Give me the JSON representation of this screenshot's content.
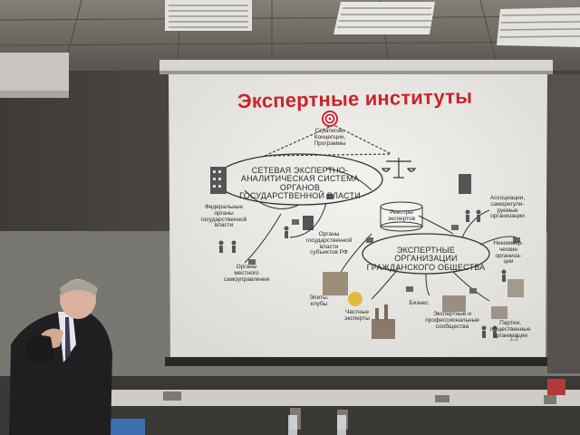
{
  "slide": {
    "title": "Экспертные институты",
    "top_triangle": [
      "Стратегии,",
      "Концепции,",
      "Программы"
    ],
    "network_system": [
      "СЕТЕВАЯ ЭКСПЕРТНО-",
      "АНАЛИТИЧЕСКАЯ СИСТЕМА ОРГАНОВ",
      "ГОСУДАРСТВЕННОЙ ВЛАСТИ"
    ],
    "expert_orgs": [
      "ЭКСПЕРТНЫЕ ОРГАНИЗАЦИИ",
      "ГРАЖДАНСКОГО ОБЩЕСТВА"
    ],
    "registries": [
      "Реестры",
      "экспертов"
    ],
    "federal": [
      "Федеральные",
      "органы",
      "государственной",
      "власти"
    ],
    "regional": [
      "Органы",
      "государственной",
      "власти",
      "субъектов РФ"
    ],
    "local": [
      "Органы",
      "местного",
      "самоуправления"
    ],
    "associations": [
      "Ассоциации,",
      "саморегули-",
      "руемые",
      "организации"
    ],
    "nonprofit": [
      "Некоммер-",
      "ческие",
      "организа-",
      "ции"
    ],
    "elites": [
      "Элиты,",
      "клубы"
    ],
    "private_experts": [
      "Частные",
      "эксперты"
    ],
    "business": [
      "Бизнес"
    ],
    "prof_communities": [
      "Экспертные и",
      "профессиональные",
      "сообщества"
    ],
    "parties": [
      "Партии,",
      "общественные",
      "организации"
    ],
    "page_number": "13"
  }
}
